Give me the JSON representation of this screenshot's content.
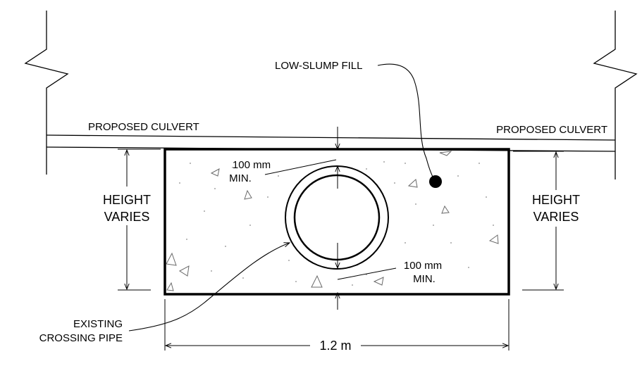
{
  "labels": {
    "low_slump_fill": "LOW-SLUMP FILL",
    "culvert_left": "PROPOSED CULVERT",
    "culvert_right": "PROPOSED CULVERT",
    "height_left_1": "HEIGHT",
    "height_left_2": "VARIES",
    "height_right_1": "HEIGHT",
    "height_right_2": "VARIES",
    "clear_top_1": "100 mm",
    "clear_top_2": "MIN.",
    "clear_bottom_1": "100 mm",
    "clear_bottom_2": "MIN.",
    "pipe_1": "EXISTING",
    "pipe_2": "CROSSING PIPE",
    "width": "1.2 m"
  },
  "colors": {
    "line": "#000000",
    "aggregate": "#6a6a6a",
    "stipple": "#8a8a8a"
  }
}
